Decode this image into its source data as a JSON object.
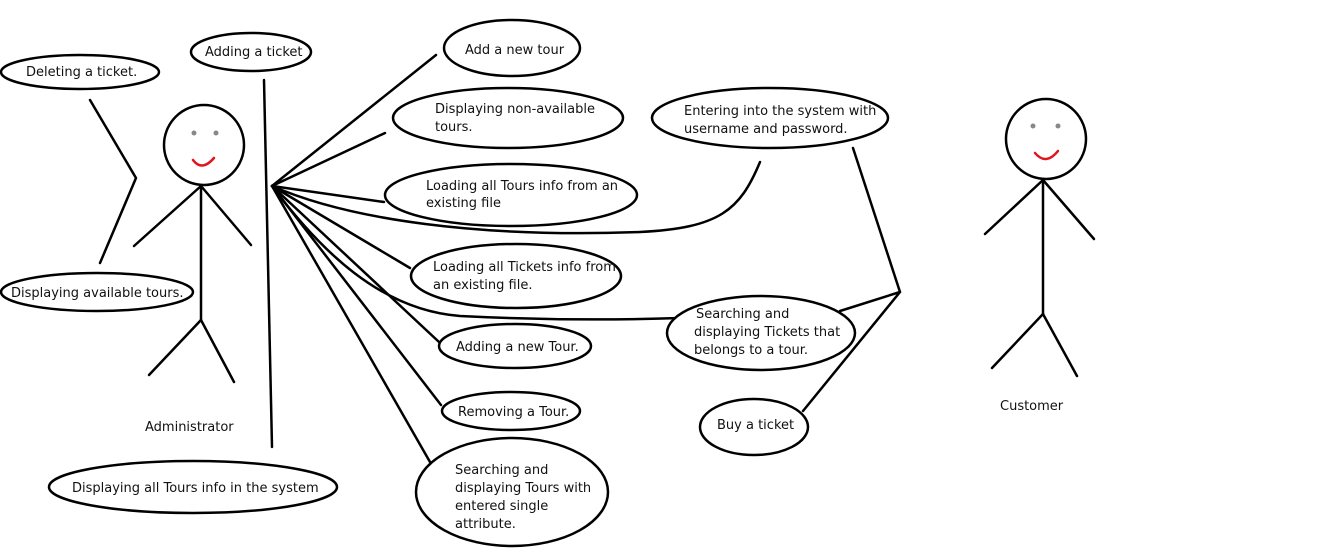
{
  "actors": {
    "administrator": "Administrator",
    "customer": "Customer"
  },
  "use_cases": {
    "deleting_ticket": "Deleting a ticket.",
    "adding_ticket": "Adding a ticket",
    "add_new_tour": "Add a new tour",
    "displaying_non_available": [
      "Displaying non-available",
      "tours."
    ],
    "entering_system": [
      "Entering into the system with",
      "username and password."
    ],
    "loading_tours_file": [
      "Loading all Tours info from an",
      "existing file"
    ],
    "displaying_available": "Displaying available tours.",
    "loading_tickets_file": [
      "Loading all Tickets info from",
      "an existing file."
    ],
    "searching_tickets": [
      "Searching and",
      "displaying Tickets that",
      "belongs to a tour."
    ],
    "adding_new_tour_2": "Adding a new Tour.",
    "removing_tour": "Removing a Tour.",
    "buy_ticket": "Buy a ticket",
    "displaying_all_tours": "Displaying all Tours info in the system",
    "searching_tours": [
      "Searching and",
      "displaying Tours with",
      "entered single",
      "attribute."
    ]
  },
  "colors": {
    "line": "#000000",
    "mouth": "#e0141e",
    "eyes": "#888888"
  }
}
